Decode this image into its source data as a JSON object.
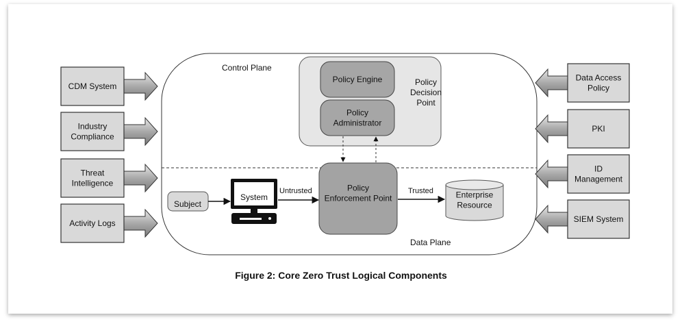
{
  "diagram": {
    "control_plane_label": "Control Plane",
    "data_plane_label": "Data Plane",
    "pdp": {
      "label_lines": [
        "Policy",
        "Decision",
        "Point"
      ],
      "policy_engine": [
        "Policy Engine"
      ],
      "policy_administrator": [
        "Policy",
        "Administrator"
      ]
    },
    "pep": [
      "Policy",
      "Enforcement Point"
    ],
    "subject": [
      "Subject"
    ],
    "system": [
      "System"
    ],
    "untrusted_label": "Untrusted",
    "trusted_label": "Trusted",
    "enterprise_resource": [
      "Enterprise",
      "Resource"
    ],
    "left_inputs": [
      [
        "CDM System"
      ],
      [
        "Industry",
        "Compliance"
      ],
      [
        "Threat",
        "Intelligence"
      ],
      [
        "Activity Logs"
      ]
    ],
    "right_inputs": [
      [
        "Data Access",
        "Policy"
      ],
      [
        "PKI"
      ],
      [
        "ID",
        "Management"
      ],
      [
        "SIEM System"
      ]
    ],
    "caption": "Figure 2: Core Zero Trust Logical Components",
    "colors": {
      "box_fill": "#d9d9d9",
      "pdp_fill": "#e6e6e6",
      "inner_fill": "#a6a6a6",
      "pep_fill": "#a3a3a3",
      "stroke": "#333333"
    }
  }
}
